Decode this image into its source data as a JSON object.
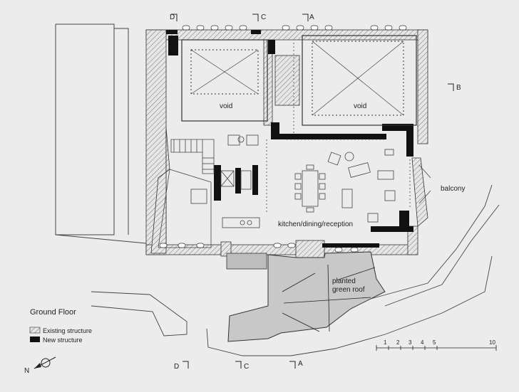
{
  "title": "Ground Floor",
  "legend": {
    "existing": "Existing structure",
    "new": "New structure"
  },
  "rooms": {
    "void_left": "void",
    "void_right": "void",
    "balcony": "balcony",
    "kitchen": "kitchen/dining/reception",
    "roof_line1": "planted",
    "roof_line2": "green roof"
  },
  "sections": {
    "a": "A",
    "b": "B",
    "c": "C",
    "d": "D"
  },
  "scale": {
    "ticks": [
      "1",
      "2",
      "3",
      "4",
      "5",
      "10"
    ]
  },
  "north": "N",
  "colors": {
    "paper": "#ececec",
    "wall_new": "#111111",
    "wall_existing": "#cfcfcf",
    "roof": "#c8c8c8",
    "line": "#333333"
  }
}
